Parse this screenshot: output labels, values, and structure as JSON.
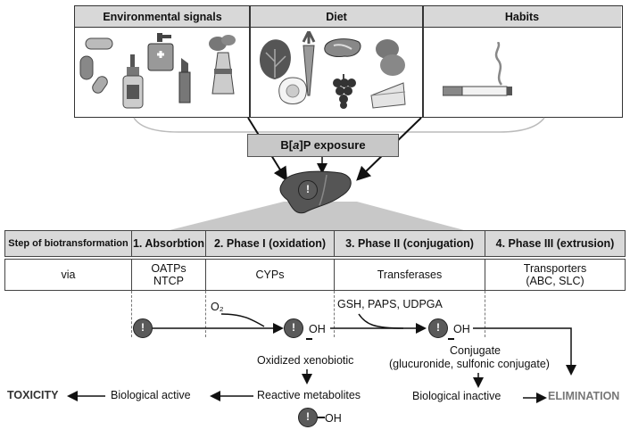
{
  "top_panel": {
    "categories": [
      {
        "label": "Environmental signals",
        "icons": [
          "pills-icon",
          "spray-bottle-icon",
          "lotion-pump-icon",
          "lipstick-icon",
          "factory-icon"
        ]
      },
      {
        "label": "Diet",
        "icons": [
          "lettuce-icon",
          "carrot-icon",
          "steak-icon",
          "potato-icon",
          "fried-egg-icon",
          "grapes-icon",
          "cheese-icon"
        ]
      },
      {
        "label": "Habits",
        "icons": [
          "cigarette-icon"
        ]
      }
    ]
  },
  "exposure": {
    "prefix": "B[",
    "italic": "a",
    "suffix": "]P exposure"
  },
  "liver": {
    "icon": "liver-icon",
    "mark": "!"
  },
  "table": {
    "headers": [
      "Step of biotransformation",
      "1. Absorbtion",
      "2. Phase I (oxidation)",
      "3. Phase II (conjugation)",
      "4. Phase III (extrusion)"
    ],
    "via": [
      "via",
      "OATPs\nNTCP",
      "CYPs",
      "Transferases",
      "Transporters\n(ABC, SLC)"
    ]
  },
  "flow": {
    "mol_mark": "!",
    "o2": "O₂",
    "oh": "OH",
    "cofactors": "GSH, PAPS, UDPGA",
    "oxidized": "Oxidized xenobiotic",
    "conjugate_line1": "Conjugate",
    "conjugate_line2": "(glucuronide, sulfonic conjugate)",
    "reactive": "Reactive metabolites",
    "bio_active": "Biological active",
    "bio_inactive": "Biological inactive",
    "toxicity": "TOXICITY",
    "elimination": "ELIMINATION"
  },
  "colors": {
    "header_fill": "#d8d8d8",
    "table_fill": "#d9d9d9",
    "molecule": "#5a5a5a",
    "liver": "#555555"
  }
}
